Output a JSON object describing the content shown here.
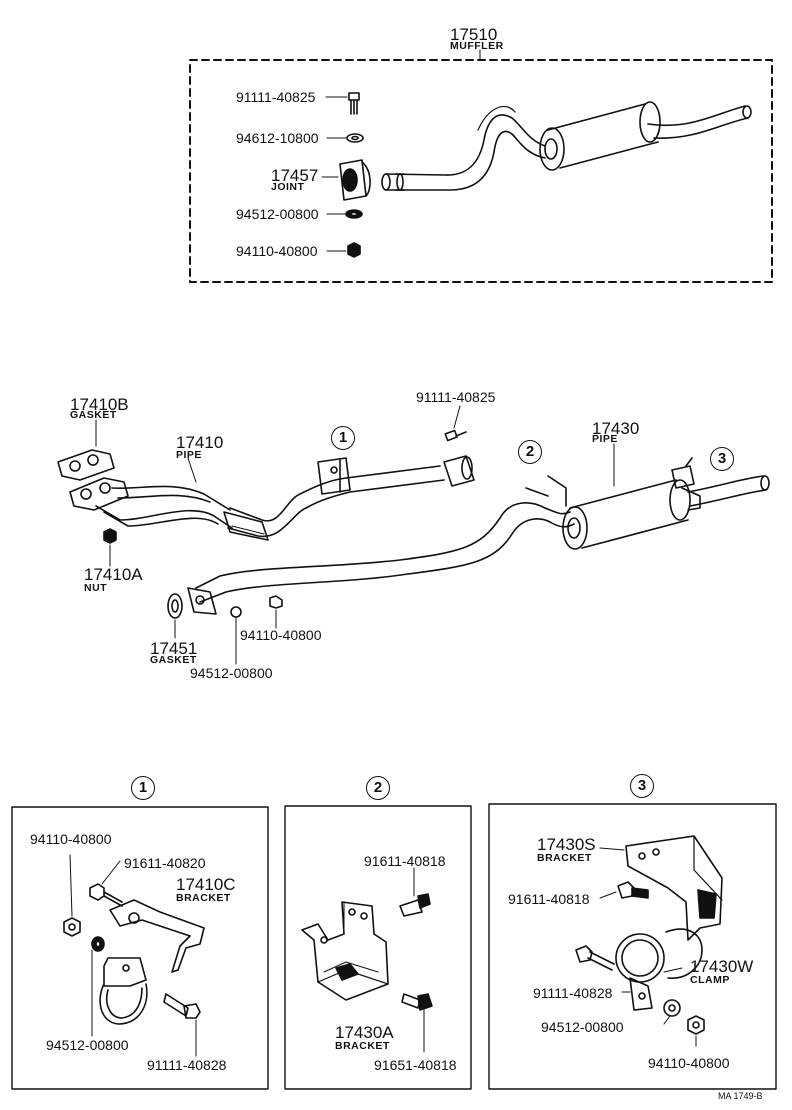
{
  "muffler_group": {
    "number": "17510",
    "name": "MUFFLER",
    "parts": [
      {
        "number": "91111-40825"
      },
      {
        "number": "94612-10800"
      },
      {
        "number": "17457",
        "name": "JOINT"
      },
      {
        "number": "94512-00800"
      },
      {
        "number": "94110-40800"
      }
    ]
  },
  "main": {
    "gasket_17410b": {
      "number": "17410B",
      "name": "GASKET"
    },
    "pipe_17410": {
      "number": "17410",
      "name": "PIPE"
    },
    "bolt_top": {
      "number": "91111-40825"
    },
    "pipe_17430": {
      "number": "17430",
      "name": "PIPE"
    },
    "nut_17410a": {
      "number": "17410A",
      "name": "NUT"
    },
    "gasket_17451": {
      "number": "17451",
      "name": "GASKET"
    },
    "nut_center": {
      "number": "94110-40800"
    },
    "washer_center": {
      "number": "94512-00800"
    },
    "callouts": [
      "1",
      "2",
      "3"
    ]
  },
  "details": {
    "one": {
      "label": "1",
      "parts": [
        {
          "number": "94110-40800"
        },
        {
          "number": "91611-40820"
        },
        {
          "number": "17410C",
          "name": "BRACKET"
        },
        {
          "number": "94512-00800"
        },
        {
          "number": "91111-40828"
        }
      ]
    },
    "two": {
      "label": "2",
      "parts": [
        {
          "number": "91611-40818"
        },
        {
          "number": "17430A",
          "name": "BRACKET"
        },
        {
          "number": "91651-40818"
        }
      ]
    },
    "three": {
      "label": "3",
      "parts": [
        {
          "number": "17430S",
          "name": "BRACKET"
        },
        {
          "number": "91611-40818"
        },
        {
          "number": "17430W",
          "name": "CLAMP"
        },
        {
          "number": "91111-40828"
        },
        {
          "number": "94512-00800"
        },
        {
          "number": "94110-40800"
        }
      ]
    }
  },
  "footer": {
    "code": "MA 1749-B"
  }
}
